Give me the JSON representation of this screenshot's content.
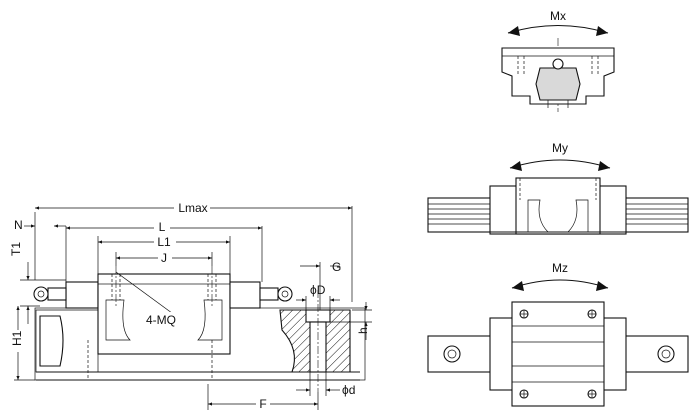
{
  "labels": {
    "lmax": "Lmax",
    "l": "L",
    "l1": "L1",
    "j": "J",
    "n": "N",
    "t1": "T1",
    "h1": "H1",
    "g": "G",
    "phi_d_upper": "ϕD",
    "h": "h",
    "phi_d_lower": "ϕd",
    "f": "F",
    "mq": "4-MQ",
    "mx": "Mx",
    "my": "My",
    "mz": "Mz"
  }
}
